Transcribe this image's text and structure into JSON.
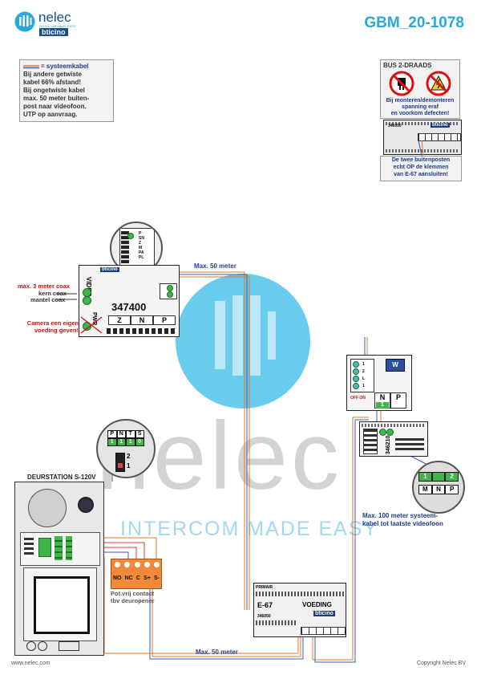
{
  "header": {
    "brand": "nelec",
    "brand_sub": "INTERCOM MADE EASY",
    "partner": "bticino",
    "doc_number": "GBM_20-1078"
  },
  "system_note": {
    "legend": "= systeemkabel",
    "lines": [
      "Bij andere getwiste",
      "kabel 66% afstand!",
      "Bij ongetwiste kabel",
      "max. 50 meter buiten-",
      "post naar videofoon.",
      "UTP op aanvraag."
    ]
  },
  "bus_warning": {
    "title": "BUS 2-DRAADS",
    "text_lines": [
      "Bij monteren/demonteren",
      "spanning eraf",
      "en voorkom defecten!"
    ],
    "module_code": "346050",
    "module_brand": "bticino",
    "note_lines": [
      "De twee buitenposten",
      "echt OP de klemmen",
      "van E-67 aansluiten!"
    ]
  },
  "video_module": {
    "code": "347400",
    "brand": "bticino",
    "labels": [
      "VIDEO",
      "PWR"
    ],
    "terminals_bottom": [
      "Z",
      "N",
      "P"
    ],
    "annotations": {
      "coax_max": "max. 3 meter coax",
      "core": "kern coax",
      "shield": "mantel coax",
      "camera_power": [
        "Camera een eigen",
        "voeding geven!"
      ]
    }
  },
  "cable_labels": {
    "top": "Max. 50 meter",
    "bottom": "Max. 50 meter",
    "system_max": [
      "Max. 100 meter systeem-",
      "kabel tot laatste videofoon"
    ]
  },
  "door_station": {
    "title": "DEURSTATION S-120V",
    "detail_terminals": [
      "P",
      "N",
      "T",
      "S"
    ],
    "detail_values": [
      "1",
      "1",
      "1",
      "0"
    ],
    "dip_labels": [
      "2",
      "1"
    ]
  },
  "relay_block": {
    "terminals": [
      "NO",
      "NC",
      "C",
      "S+",
      "S-"
    ],
    "caption": [
      "Pot.vrij contact",
      "tbv deuropener"
    ]
  },
  "power_supply": {
    "label_primary": "PRIMAIR",
    "model": "E-67",
    "type": "VOEDING",
    "brand": "bticino",
    "code": "346050"
  },
  "videophone": {
    "code": "346210",
    "labels": [
      "N",
      "P"
    ],
    "off_on": "OFF ON",
    "switch_values": [
      "1"
    ],
    "detail_values": [
      "1",
      "2"
    ],
    "detail_labels": [
      "M",
      "N",
      "P"
    ]
  },
  "watermark": {
    "word": "nelec",
    "tagline": "INTERCOM MADE EASY"
  },
  "footer": {
    "left": "www.nelec.com",
    "right": "Copyright Nelec BV"
  },
  "colors": {
    "brand_blue": "#1a4f8a",
    "doc_blue": "#29a8df",
    "cable_orange": "#e0782a",
    "cable_blue": "#3b5db0",
    "terminal_green": "#3fb54a",
    "relay_orange": "#f08a3a",
    "warning_red": "#cc1111"
  }
}
